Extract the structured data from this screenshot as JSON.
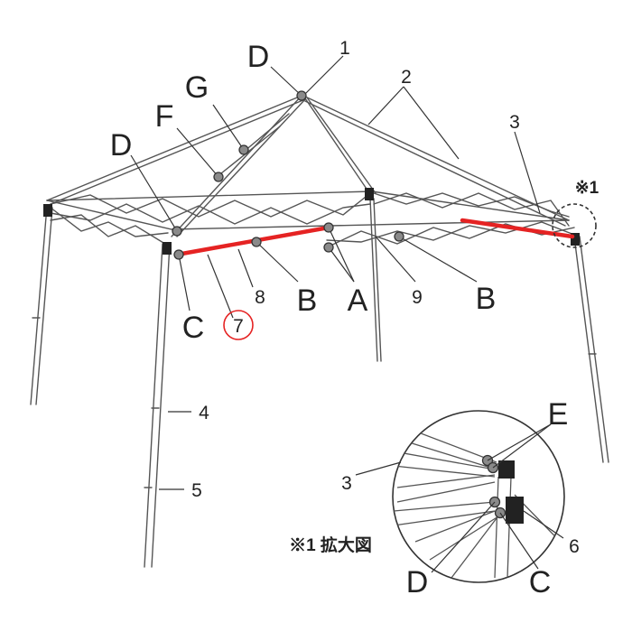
{
  "colors": {
    "line": "#555555",
    "highlight": "#e52323",
    "joint": "#8a8a8a"
  },
  "labels": {
    "D_top": "D",
    "G": "G",
    "F": "F",
    "D_left": "D",
    "C_left": "C",
    "B_mid": "B",
    "A": "A",
    "B_right": "B",
    "n1": "1",
    "n2": "2",
    "n3": "3",
    "n4": "4",
    "n5": "5",
    "n7": "7",
    "n8": "8",
    "n9": "9",
    "mark1": "※1"
  },
  "detail": {
    "caption": "※1 拡大図",
    "E": "E",
    "D": "D",
    "C": "C",
    "n3": "3",
    "n6": "6"
  }
}
